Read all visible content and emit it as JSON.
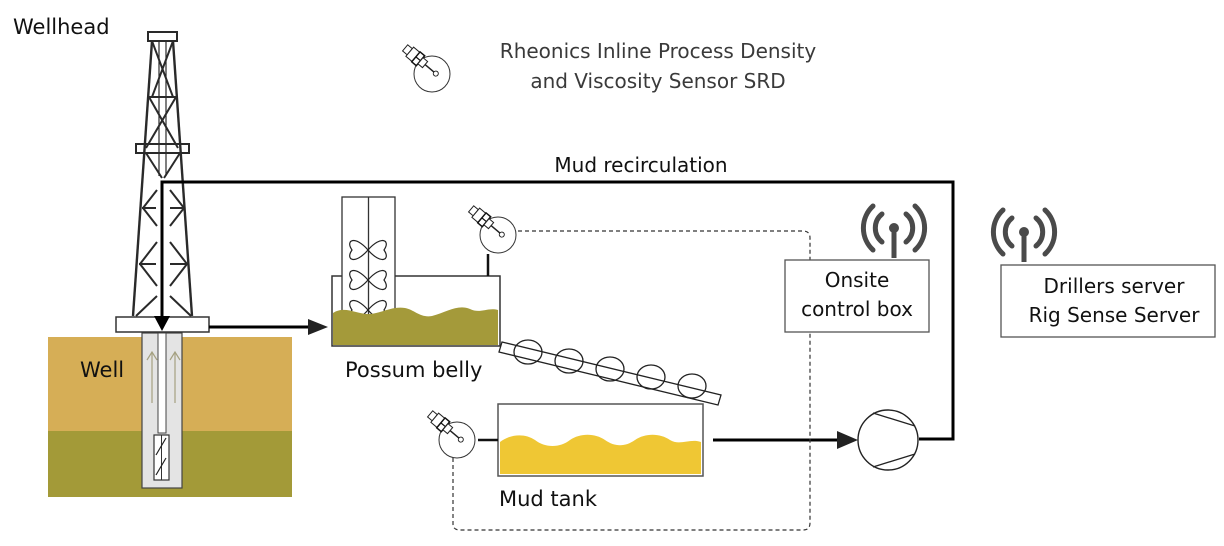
{
  "diagram": {
    "title_line1": "Rheonics Inline Process Density",
    "title_line2": "and Viscosity Sensor SRD",
    "legend_icon": "sensor-icon",
    "labels": {
      "wellhead": "Wellhead",
      "well": "Well",
      "mud_recirculation": "Mud recirculation",
      "possum_belly": "Possum belly",
      "mud_tank": "Mud tank",
      "onsite_line1": "Onsite",
      "onsite_line2": "control box",
      "server_line1": "Drillers server",
      "server_line2": "Rig Sense Server"
    },
    "colors": {
      "ground_upper": "#d6ae56",
      "ground_lower": "#a39a38",
      "possum_mud": "#a49a3a",
      "tank_mud": "#efc734",
      "pipe": "#000000",
      "antenna": "#4a4a4a",
      "casing": "#e4e4e4"
    }
  }
}
